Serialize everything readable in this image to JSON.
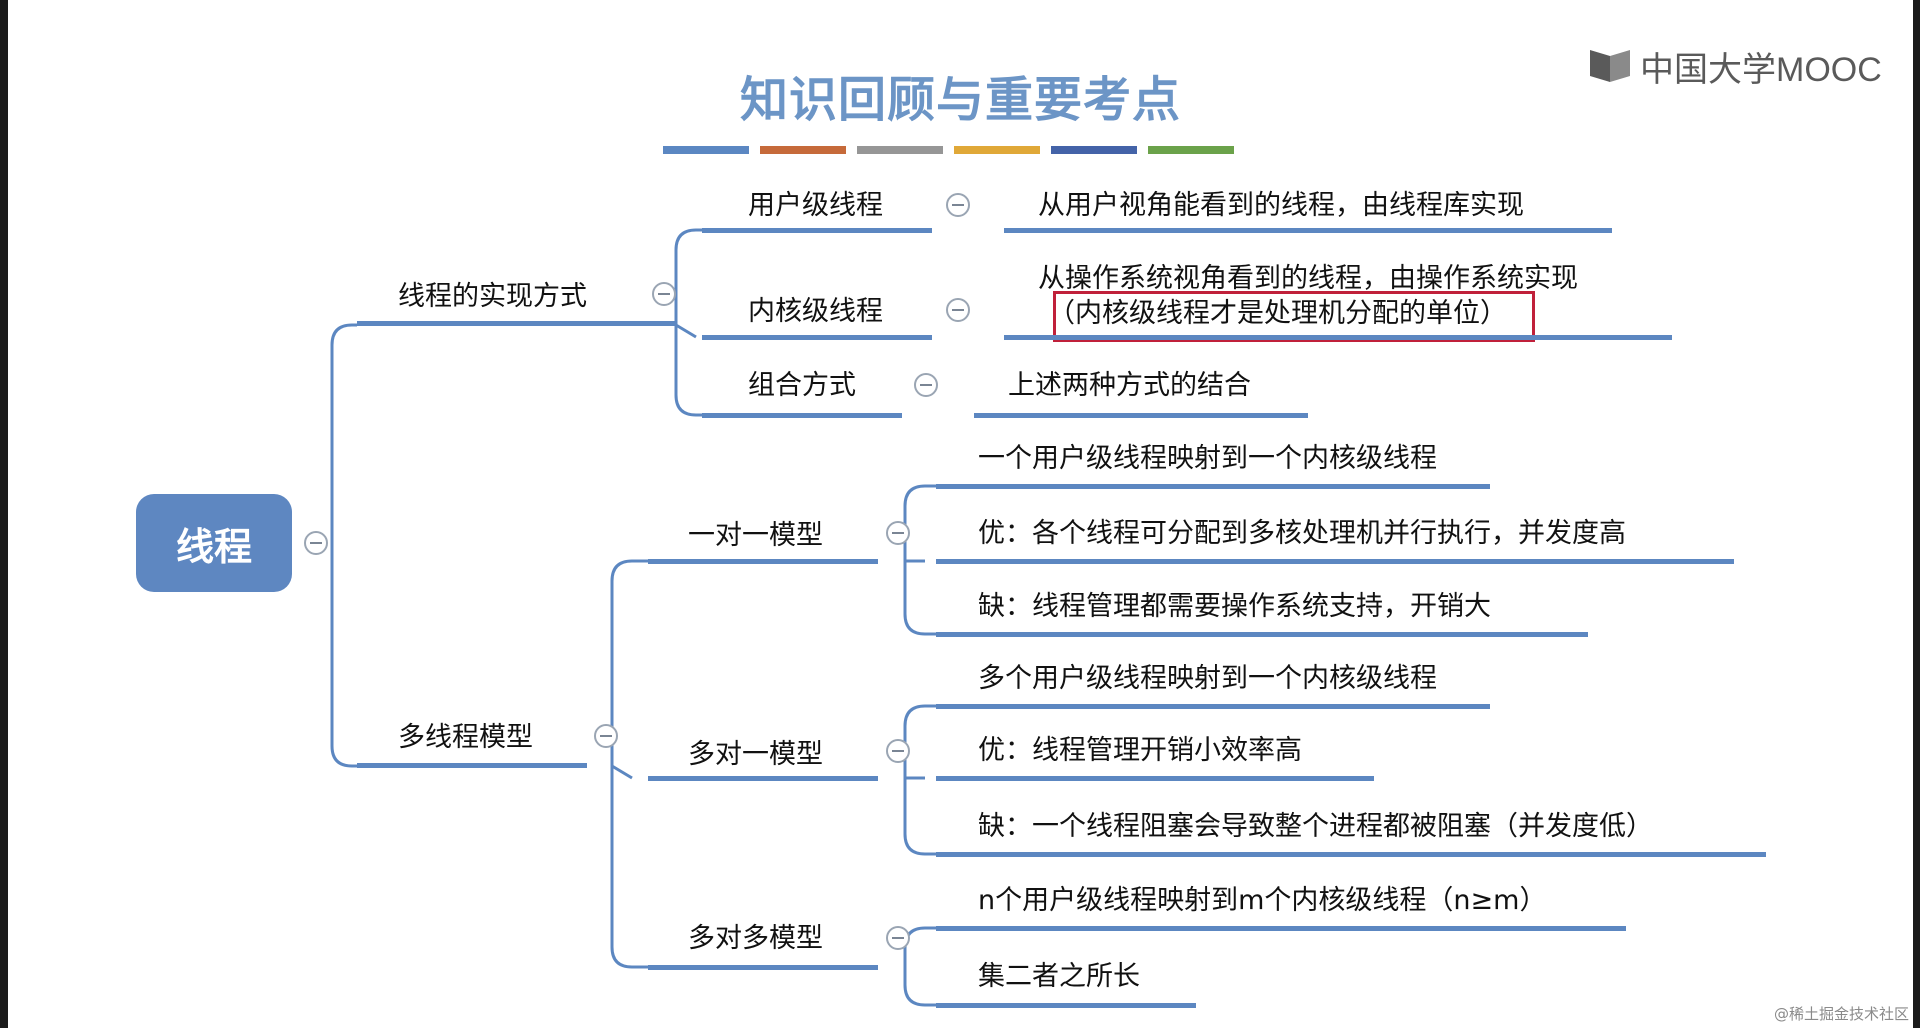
{
  "slide": {
    "title": "知识回顾与重要考点",
    "stripe_colors": [
      "#5b87c2",
      "#c66a3a",
      "#969696",
      "#e0a838",
      "#4463a8",
      "#6ba24a"
    ],
    "logo_text": "中国大学MOOC",
    "watermark": "@稀土掘金技术社区"
  },
  "mindmap": {
    "root": "线程",
    "branch_impl": {
      "label": "线程的实现方式",
      "user_level": {
        "label": "用户级线程",
        "desc": "从用户视角能看到的线程，由线程库实现"
      },
      "kernel_level": {
        "label": "内核级线程",
        "desc_line1": "从操作系统视角看到的线程，由操作系统实现",
        "desc_line2": "（内核级线程才是处理机分配的单位）"
      },
      "combined": {
        "label": "组合方式",
        "desc": "上述两种方式的结合"
      }
    },
    "branch_models": {
      "label": "多线程模型",
      "one_to_one": {
        "label": "一对一模型",
        "items": [
          "一个用户级线程映射到一个内核级线程",
          "优：各个线程可分配到多核处理机并行执行，并发度高",
          "缺：线程管理都需要操作系统支持，开销大"
        ]
      },
      "many_to_one": {
        "label": "多对一模型",
        "items": [
          "多个用户级线程映射到一个内核级线程",
          "优：线程管理开销小效率高",
          "缺：一个线程阻塞会导致整个进程都被阻塞（并发度低）"
        ]
      },
      "many_to_many": {
        "label": "多对多模型",
        "items": [
          "n个用户级线程映射到m个内核级线程（n≥m）",
          "集二者之所长"
        ]
      }
    }
  }
}
